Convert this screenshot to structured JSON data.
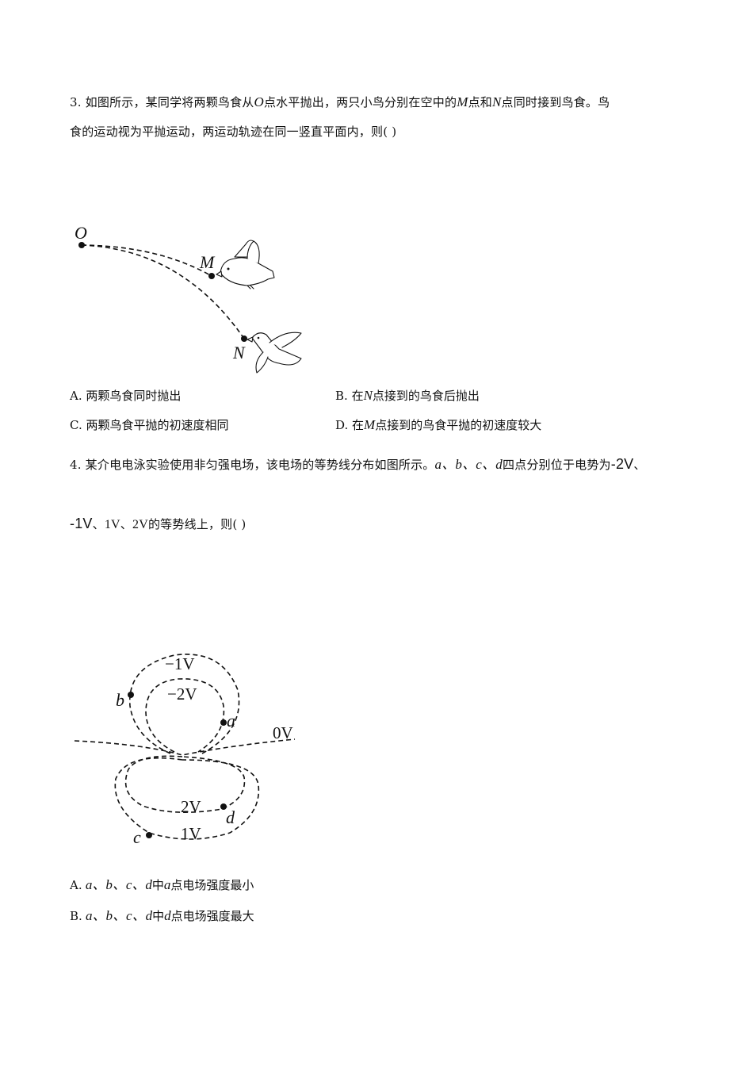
{
  "question3": {
    "number": "3.",
    "line1_a": " 如图所示，某同学将两颗鸟食从",
    "var_O": "O",
    "line1_b": "点水平抛出，两只小鸟分别在空中的",
    "var_M": "M",
    "line1_c": "点和",
    "var_N": "N",
    "line1_d": "点同时接到鸟食。鸟",
    "line2": "食的运动视为平抛运动，两运动轨迹在同一竖直平面内，则(   )",
    "figure": {
      "label_O": "O",
      "label_M": "M",
      "label_N": "N"
    },
    "options": {
      "A": {
        "key": "A.",
        "text": " 两颗鸟食同时抛出"
      },
      "B": {
        "key": "B.",
        "pre": " 在",
        "var": "N",
        "post": "点接到的鸟食后抛出"
      },
      "C": {
        "key": "C.",
        "text": " 两颗鸟食平抛的初速度相同"
      },
      "D": {
        "key": "D.",
        "pre": " 在",
        "var": "M",
        "post": "点接到的鸟食平抛的初速度较大"
      }
    }
  },
  "question4": {
    "number": "4.",
    "line1_a": " 某介电电泳实验使用非匀强电场，该电场的等势线分布如图所示。",
    "vars_line1": "a、b、c、d",
    "line1_b": "四点分别位于电势为",
    "pot_neg2": "-2V",
    "line1_c": "、",
    "pot_neg1": "-1V",
    "line2_a": "、",
    "pot_pos1": "1V",
    "line2_b": "、",
    "pot_pos2": "2V",
    "line2_c": "的等势线上，则(     )",
    "figure": {
      "label_neg1": "−1V",
      "label_neg2": "−2V",
      "label_zero": "0V",
      "label_pos2": "2V",
      "label_pos1": "1V",
      "point_a": "a",
      "point_b": "b",
      "point_c": "c",
      "point_d": "d"
    },
    "options": {
      "A": {
        "key": "A.",
        "vars": " a、b、c、d",
        "mid": "中",
        "var": "a",
        "post": "点电场强度最小"
      },
      "B": {
        "key": "B.",
        "vars": " a、b、c、d",
        "mid": "中",
        "var": "d",
        "post": "点电场强度最大"
      }
    }
  }
}
